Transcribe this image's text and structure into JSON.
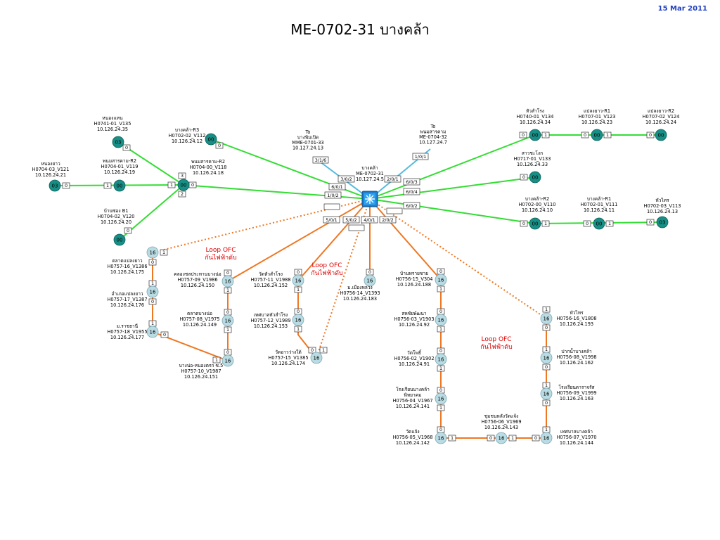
{
  "header": {
    "title": "ME-0702-31 บางคล้า",
    "date": "15 Mar 2011"
  },
  "colors": {
    "green": "#33dd33",
    "orange": "#ee7722",
    "blue": "#55bbdd",
    "teal": "#178f86",
    "lightblue": "#b9dbe3",
    "loop": "#e00000",
    "date": "#1f3fbf"
  },
  "hub": {
    "lines": [
      "บางคล้า",
      "ME-0702-31",
      "10.127.24.5"
    ]
  },
  "hub_ports": [
    "6/0/1",
    "3/0/2",
    "2/0/1",
    "6/0/3",
    "6/0/4",
    "1/0/2",
    "6/0/2",
    "5/0/1",
    "5/0/2",
    "4/0/1",
    "2/0/2",
    "3/1/6",
    "1/0/1"
  ],
  "ext": [
    {
      "lines": [
        "To",
        "บางพิมเปิด",
        "MME-0701-33",
        "10.127.24.13"
      ]
    },
    {
      "lines": [
        "To",
        "พนมสารคาม",
        "ME-0704-32",
        "10.127.24.7"
      ]
    }
  ],
  "teal_nodes": [
    {
      "id": "t1",
      "num": "03",
      "lines": [
        "หนองแหน",
        "H0741-01_V135",
        "10.126.24.35"
      ]
    },
    {
      "id": "t2",
      "num": "00",
      "lines": [
        "บางคล้า-R3",
        "H0702-02_V112",
        "10.126.24.12"
      ]
    },
    {
      "id": "t3",
      "num": "03",
      "lines": [
        "หนองยาว",
        "H0704-03_V121",
        "10.126.24.21"
      ]
    },
    {
      "id": "t4",
      "num": "00",
      "lines": [
        "พนมสารคาม-R2",
        "H0704-01_V119",
        "10.126.24.19"
      ]
    },
    {
      "id": "t5",
      "num": "00",
      "lines": [
        "พนมสารคาม-R2",
        "H0704-00_V118",
        "10.126.24.18"
      ]
    },
    {
      "id": "t6",
      "num": "00",
      "lines": [
        "บ้านซ่อง B1",
        "H0704-02_V120",
        "10.126.24.20"
      ]
    },
    {
      "id": "t7",
      "num": "00",
      "lines": [
        "หัวสำโรง",
        "H0740-01_V134",
        "10.126.24.34"
      ]
    },
    {
      "id": "t8",
      "num": "00",
      "lines": [
        "แปลงยาว-R1",
        "H0707-01_V123",
        "10.126.24.23"
      ]
    },
    {
      "id": "t9",
      "num": "00",
      "lines": [
        "แปลงยาว-R2",
        "H0707-02_V124",
        "10.126.24.24"
      ]
    },
    {
      "id": "t10",
      "num": "00",
      "lines": [
        "สาวชะโงก",
        "H0717-01_V133",
        "10.126.24.33"
      ]
    },
    {
      "id": "t11",
      "num": "00",
      "lines": [
        "บางคล้า-R2",
        "H0702-00_V110",
        "10.126.24.10"
      ]
    },
    {
      "id": "t12",
      "num": "00",
      "lines": [
        "บางคล้า-R1",
        "H0702-01_V111",
        "10.126.24.11"
      ]
    },
    {
      "id": "t13",
      "num": "03",
      "lines": [
        "หัวไทร",
        "H0702-03_V113",
        "10.126.24.13"
      ]
    }
  ],
  "ring_nodes": [
    {
      "id": "r1",
      "num": "16",
      "lines": [
        "ตลาดแปลงยาว",
        "H0757-16_V1386",
        "10.126.24.175"
      ]
    },
    {
      "id": "r2",
      "num": "16",
      "lines": [
        "อำเภอแปลงยาว",
        "H0757-17_V1387",
        "10.126.24.176"
      ]
    },
    {
      "id": "r3",
      "num": "16",
      "lines": [
        "ม.ราชธานี",
        "H0757-18_V1955",
        "10.126.24.177"
      ]
    },
    {
      "id": "r4",
      "num": "16",
      "lines": [
        "คลองชลประทานบางน่อ",
        "H0757-09_V1986",
        "10.126.24.150"
      ]
    },
    {
      "id": "r5",
      "num": "16",
      "lines": [
        "ตลาดบางน่อ",
        "H0757-08_V1975",
        "10.126.24.149"
      ]
    },
    {
      "id": "r6",
      "num": "16",
      "lines": [
        "บางน่อ-หนองตรก ซ.5",
        "H0757-10_V1987",
        "10.126.24.151"
      ]
    },
    {
      "id": "r7",
      "num": "16",
      "lines": [
        "วัดหัวสำโรง",
        "H0757-11_V1988",
        "10.126.24.152"
      ]
    },
    {
      "id": "r8",
      "num": "16",
      "lines": [
        "เทศบาลหัวสำโรง",
        "H0757-12_V1989",
        "10.126.24.153"
      ]
    },
    {
      "id": "r9",
      "num": "16",
      "lines": [
        "วัดอาวว่างใต้",
        "H0757-15_V1385",
        "10.126.24.174"
      ]
    },
    {
      "id": "r10",
      "num": "16",
      "lines": [
        "ม.เมืองหลวง",
        "H0756-14_V1393",
        "10.126.24.183"
      ]
    },
    {
      "id": "r11",
      "num": "16",
      "lines": [
        "บ้านทรายชาย",
        "H0756-15_V304",
        "10.126.24.188"
      ]
    },
    {
      "id": "r12",
      "num": "16",
      "lines": [
        "สหชัยพัฒนา",
        "H0756-03_V1903",
        "10.126.24.92"
      ]
    },
    {
      "id": "r13",
      "num": "16",
      "lines": [
        "วัดโพธิ์",
        "H0756-02_V1902",
        "10.126.24.91"
      ]
    },
    {
      "id": "r14",
      "num": "16",
      "lines": [
        "โรงเรียนบางคล้า",
        "พิทยาคม",
        "H0756-04_V1967",
        "10.126.24.141"
      ]
    },
    {
      "id": "r15",
      "num": "16",
      "lines": [
        "วัดแจ้ง",
        "H0756-05_V1968",
        "10.126.24.142"
      ]
    },
    {
      "id": "r16",
      "num": "16",
      "lines": [
        "ชุมชนหลังวัดแจ้ง",
        "H0756-06_V1969",
        "10.126.24.143"
      ]
    },
    {
      "id": "r17",
      "num": "16",
      "lines": [
        "เทศบาลบางคล้า",
        "H0756-07_V1970",
        "10.126.24.144"
      ]
    },
    {
      "id": "r18",
      "num": "16",
      "lines": [
        "โรงเรียนดาราจรัส",
        "H0756-09_V1999",
        "10.126.24.163"
      ]
    },
    {
      "id": "r19",
      "num": "16",
      "lines": [
        "ปากน้ำบางคล้า",
        "H0756-08_V1998",
        "10.126.24.162"
      ]
    },
    {
      "id": "r20",
      "num": "16",
      "lines": [
        "หัวไทร",
        "H0756-16_V1808",
        "10.126.24.193"
      ]
    }
  ],
  "loop_notes": [
    {
      "lines": [
        "Loop OFC",
        "กันไฟฟ้าดับ"
      ]
    },
    {
      "lines": [
        "Loop OFC",
        "กันไฟฟ้าดับ"
      ]
    },
    {
      "lines": [
        "Loop OFC",
        "กันไฟฟ้าดับ"
      ]
    }
  ],
  "node_ports": [
    "0",
    "1",
    "2",
    "3"
  ]
}
